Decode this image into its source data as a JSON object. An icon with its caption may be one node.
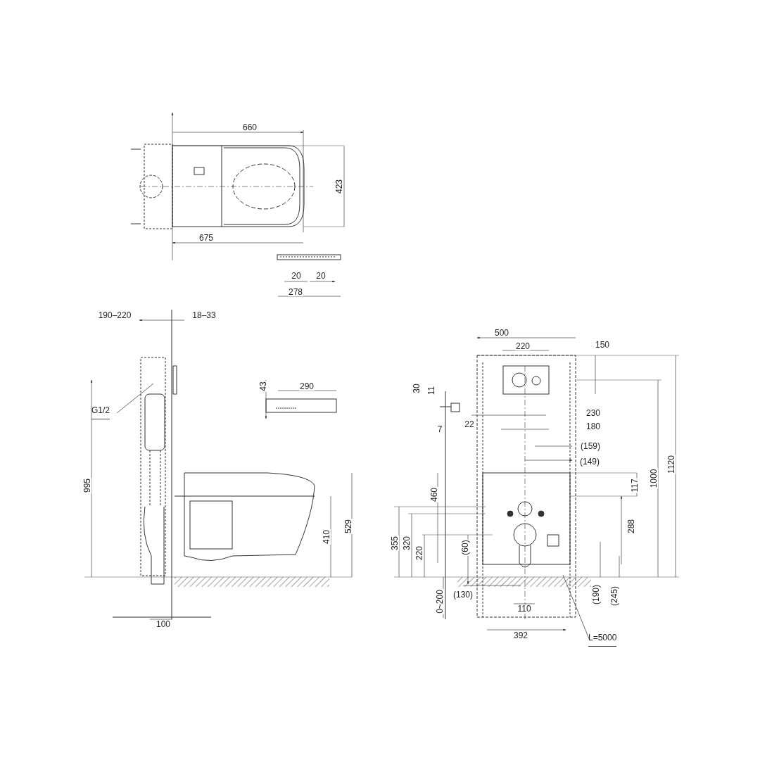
{
  "diagram": {
    "nodes": [
      {
        "text": [
          "G1/2"
        ]
      },
      {
        "text": [
          "L=5000"
        ]
      }
    ],
    "edges": [
      {
        "from": 0,
        "to": null,
        "arrow": "none"
      },
      {
        "from": 1,
        "to": null,
        "arrow": "none"
      }
    ],
    "labels": [
      "660",
      "423",
      "675",
      "20",
      "20",
      "278",
      "190–220",
      "18–33",
      "500",
      "220",
      "150",
      "43",
      "290",
      "30",
      "11",
      "230",
      "7",
      "22",
      "180",
      "(159)",
      "(149)",
      "995",
      "1000",
      "1120",
      "460",
      "117",
      "355",
      "320",
      "220",
      "(60)",
      "288",
      "410",
      "529",
      "0~200",
      "(130)",
      "110",
      "(190)",
      "(245)",
      "100",
      "392"
    ]
  }
}
